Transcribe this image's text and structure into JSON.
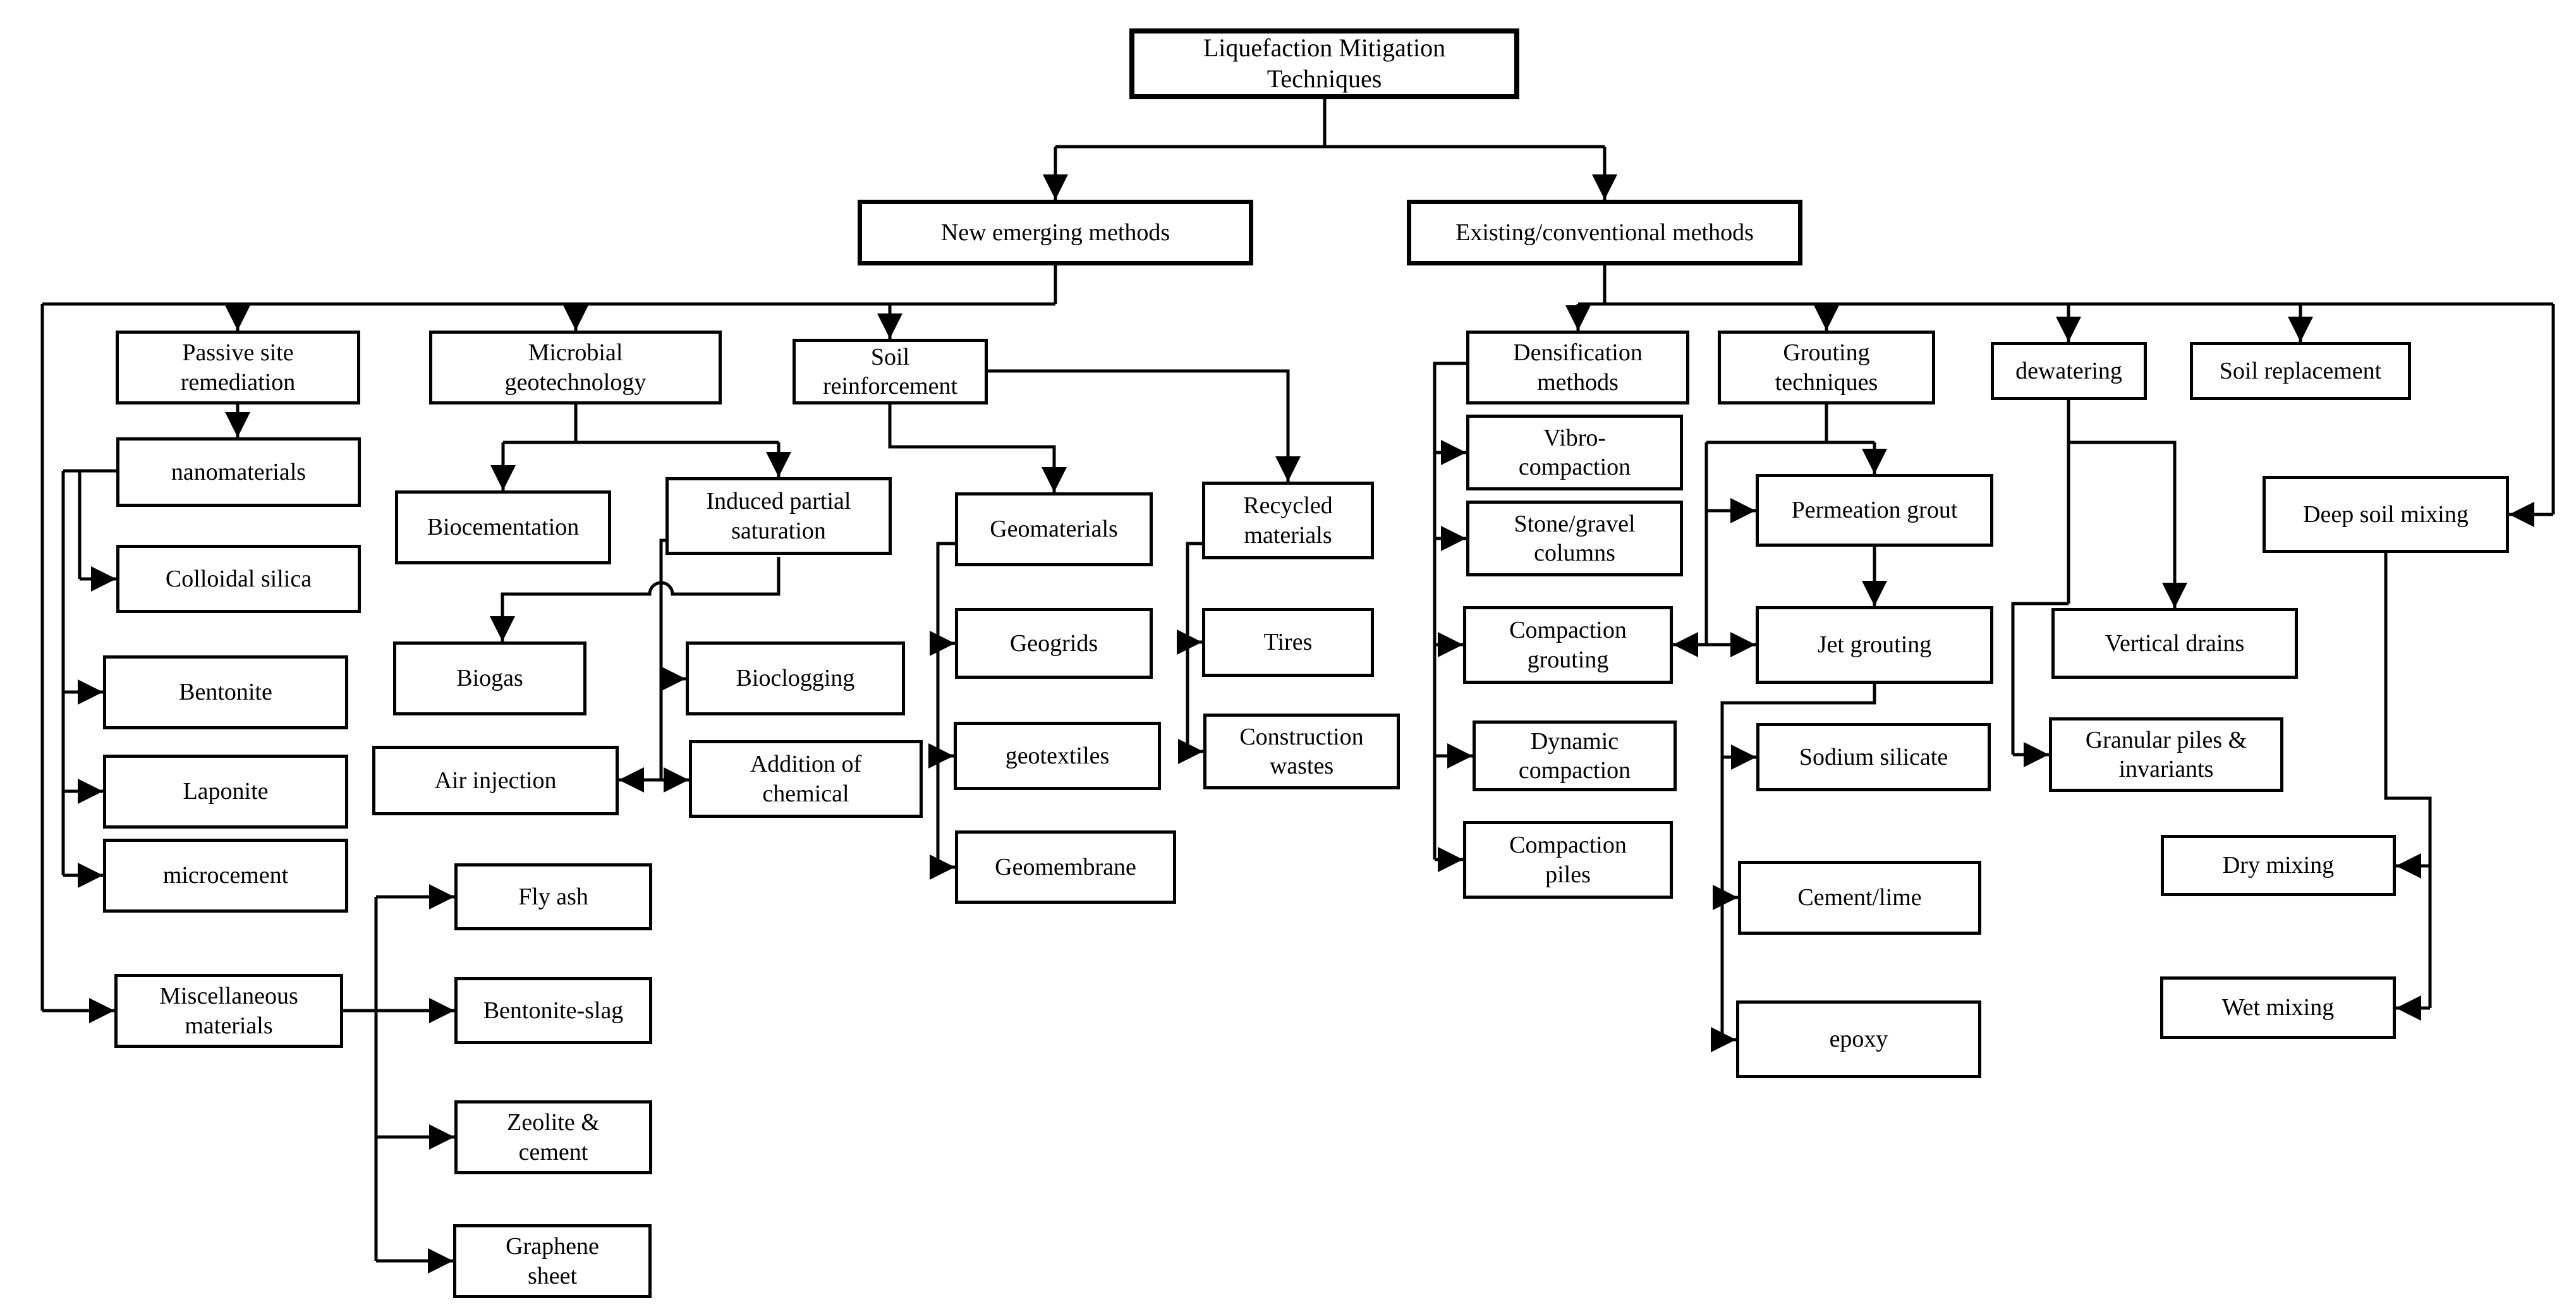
{
  "figure": {
    "type": "flowchart",
    "background": "#ffffff",
    "line_color": "#000000",
    "text_color": "#000000"
  },
  "nodes": [
    {
      "id": "title",
      "label": "Liquefaction Mitigation\nTechniques"
    },
    {
      "id": "new_emerging",
      "label": "New emerging methods"
    },
    {
      "id": "existing",
      "label": "Existing/conventional methods"
    },
    {
      "id": "passive",
      "label": "Passive site\nremediation"
    },
    {
      "id": "nanomaterials",
      "label": "nanomaterials"
    },
    {
      "id": "colloidal",
      "label": "Colloidal silica"
    },
    {
      "id": "bentonite",
      "label": "Bentonite"
    },
    {
      "id": "laponite",
      "label": "Laponite"
    },
    {
      "id": "microcement",
      "label": "microcement"
    },
    {
      "id": "misc",
      "label": "Miscellaneous\nmaterials"
    },
    {
      "id": "flyash",
      "label": "Fly ash"
    },
    {
      "id": "bentslag",
      "label": "Bentonite-slag"
    },
    {
      "id": "zeolite",
      "label": "Zeolite &\ncement"
    },
    {
      "id": "graphene",
      "label": "Graphene\nsheet"
    },
    {
      "id": "microbial",
      "label": "Microbial\ngeotechnology"
    },
    {
      "id": "biocementation",
      "label": "Biocementation"
    },
    {
      "id": "induced",
      "label": "Induced partial\nsaturation"
    },
    {
      "id": "biogas",
      "label": "Biogas"
    },
    {
      "id": "airinjection",
      "label": "Air injection"
    },
    {
      "id": "bioclogging",
      "label": "Bioclogging"
    },
    {
      "id": "addition",
      "label": "Addition of\nchemical"
    },
    {
      "id": "soilreinf",
      "label": "Soil\nreinforcement"
    },
    {
      "id": "geomaterials",
      "label": "Geomaterials"
    },
    {
      "id": "geogrids",
      "label": "Geogrids"
    },
    {
      "id": "geotextiles",
      "label": "geotextiles"
    },
    {
      "id": "geomembrane",
      "label": "Geomembrane"
    },
    {
      "id": "recycled",
      "label": "Recycled\nmaterials"
    },
    {
      "id": "tires",
      "label": "Tires"
    },
    {
      "id": "constrwastes",
      "label": "Construction\nwastes"
    },
    {
      "id": "densification",
      "label": "Densification\nmethods"
    },
    {
      "id": "vibro",
      "label": "Vibro-\ncompaction"
    },
    {
      "id": "stonegravel",
      "label": "Stone/gravel\ncolumns"
    },
    {
      "id": "compgrouting",
      "label": "Compaction\ngrouting"
    },
    {
      "id": "dynamic",
      "label": "Dynamic\ncompaction"
    },
    {
      "id": "comppiles",
      "label": "Compaction\npiles"
    },
    {
      "id": "grouting",
      "label": "Grouting\ntechniques"
    },
    {
      "id": "permeation",
      "label": "Permeation grout"
    },
    {
      "id": "jetgrouting",
      "label": "Jet grouting"
    },
    {
      "id": "sodiumsilicate",
      "label": "Sodium silicate"
    },
    {
      "id": "cementlime",
      "label": "Cement/lime"
    },
    {
      "id": "epoxy",
      "label": "epoxy"
    },
    {
      "id": "dewatering",
      "label": "dewatering"
    },
    {
      "id": "soilreplacement",
      "label": "Soil replacement"
    },
    {
      "id": "deepsoil",
      "label": "Deep soil mixing"
    },
    {
      "id": "verticaldrains",
      "label": "Vertical drains"
    },
    {
      "id": "granular",
      "label": "Granular piles &\ninvariants"
    },
    {
      "id": "drymixing",
      "label": "Dry mixing"
    },
    {
      "id": "wetmixing",
      "label": "Wet mixing"
    }
  ],
  "edges": [
    {
      "from": "title",
      "to": "new_emerging"
    },
    {
      "from": "title",
      "to": "existing"
    },
    {
      "from": "new_emerging",
      "to": "passive"
    },
    {
      "from": "new_emerging",
      "to": "microbial"
    },
    {
      "from": "new_emerging",
      "to": "soilreinf"
    },
    {
      "from": "new_emerging",
      "to": "misc"
    },
    {
      "from": "passive",
      "to": "nanomaterials"
    },
    {
      "from": "nanomaterials",
      "to": "colloidal"
    },
    {
      "from": "nanomaterials",
      "to": "bentonite"
    },
    {
      "from": "nanomaterials",
      "to": "laponite"
    },
    {
      "from": "nanomaterials",
      "to": "microcement"
    },
    {
      "from": "misc",
      "to": "flyash"
    },
    {
      "from": "misc",
      "to": "bentslag"
    },
    {
      "from": "misc",
      "to": "zeolite"
    },
    {
      "from": "misc",
      "to": "graphene"
    },
    {
      "from": "microbial",
      "to": "biocementation"
    },
    {
      "from": "microbial",
      "to": "induced"
    },
    {
      "from": "induced",
      "to": "biogas"
    },
    {
      "from": "induced",
      "to": "bioclogging"
    },
    {
      "from": "airinjection",
      "to": "addition",
      "bidirectional": true
    },
    {
      "from": "soilreinf",
      "to": "geomaterials"
    },
    {
      "from": "soilreinf",
      "to": "recycled"
    },
    {
      "from": "geomaterials",
      "to": "geogrids"
    },
    {
      "from": "geomaterials",
      "to": "geotextiles"
    },
    {
      "from": "geomaterials",
      "to": "geomembrane"
    },
    {
      "from": "recycled",
      "to": "tires"
    },
    {
      "from": "recycled",
      "to": "constrwastes"
    },
    {
      "from": "existing",
      "to": "densification"
    },
    {
      "from": "existing",
      "to": "grouting"
    },
    {
      "from": "existing",
      "to": "dewatering"
    },
    {
      "from": "existing",
      "to": "soilreplacement"
    },
    {
      "from": "existing",
      "to": "deepsoil"
    },
    {
      "from": "densification",
      "to": "vibro"
    },
    {
      "from": "densification",
      "to": "stonegravel"
    },
    {
      "from": "densification",
      "to": "compgrouting"
    },
    {
      "from": "densification",
      "to": "dynamic"
    },
    {
      "from": "densification",
      "to": "comppiles"
    },
    {
      "from": "grouting",
      "to": "permeation"
    },
    {
      "from": "grouting",
      "to": "jetgrouting"
    },
    {
      "from": "permeation",
      "to": "jetgrouting"
    },
    {
      "from": "compgrouting",
      "to": "jetgrouting",
      "bidirectional": true
    },
    {
      "from": "jetgrouting",
      "to": "sodiumsilicate"
    },
    {
      "from": "jetgrouting",
      "to": "cementlime"
    },
    {
      "from": "jetgrouting",
      "to": "epoxy"
    },
    {
      "from": "dewatering",
      "to": "verticaldrains"
    },
    {
      "from": "dewatering",
      "to": "granular"
    },
    {
      "from": "deepsoil",
      "to": "drymixing"
    },
    {
      "from": "deepsoil",
      "to": "wetmixing"
    }
  ]
}
